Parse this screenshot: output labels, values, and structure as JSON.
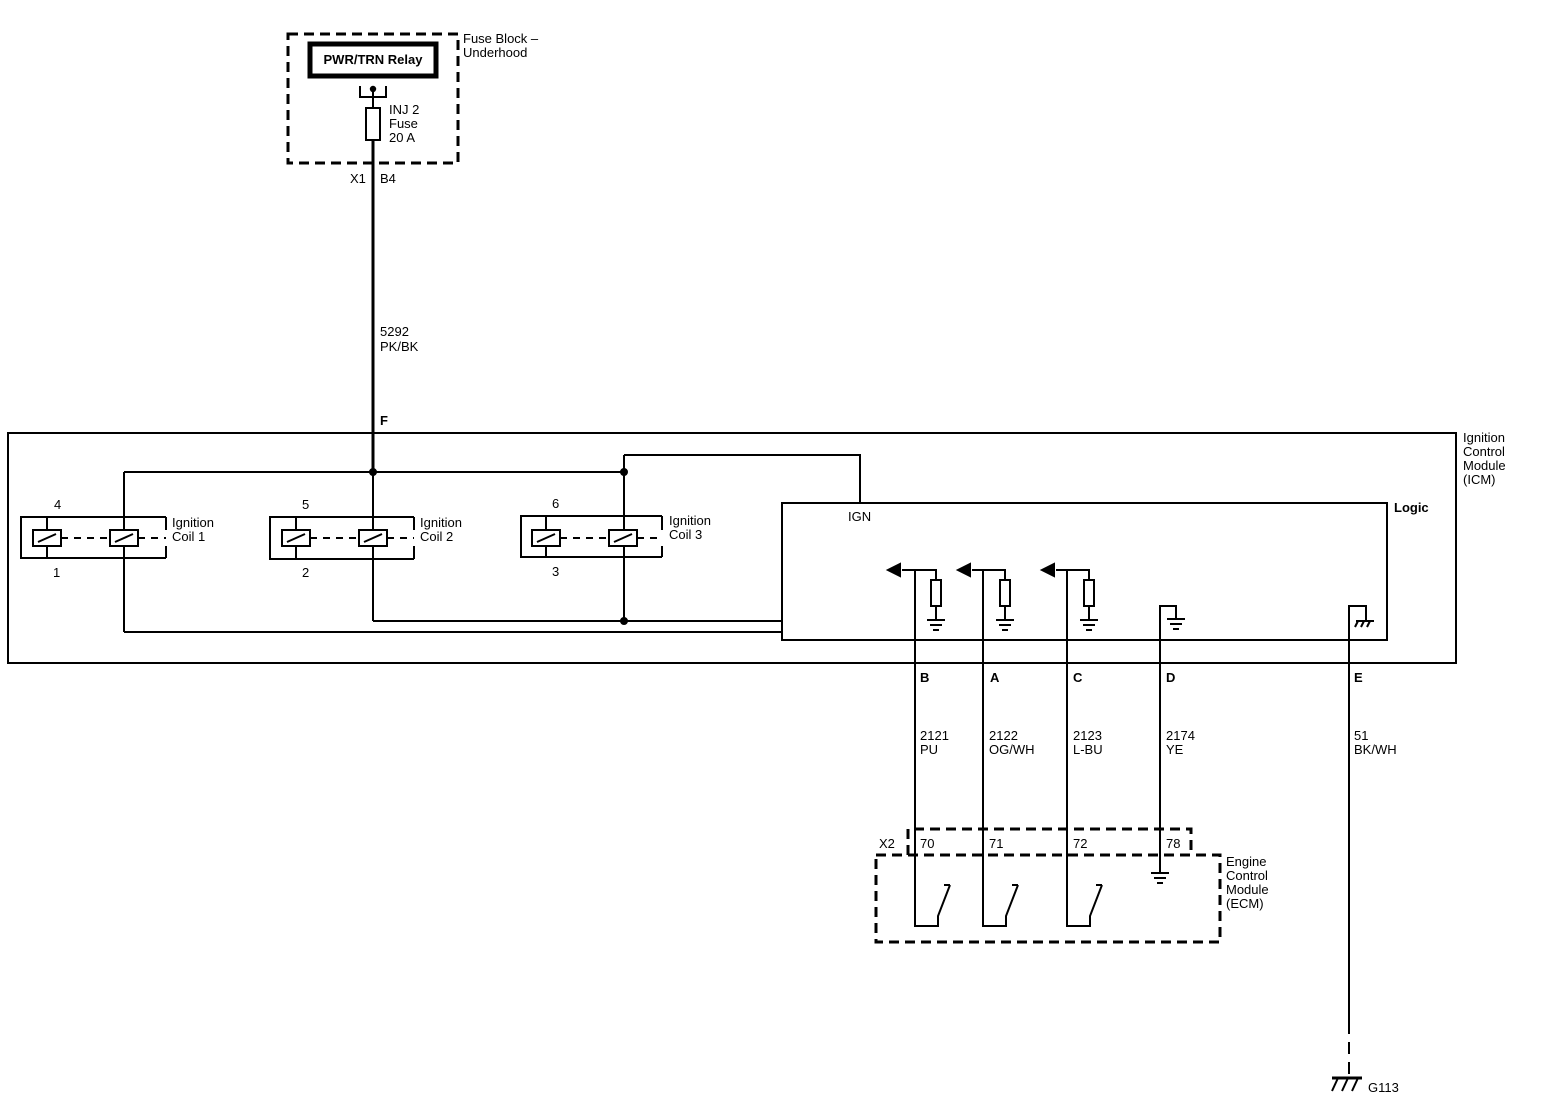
{
  "fuse_block": {
    "title_line1": "Fuse Block –",
    "title_line2": "Underhood",
    "relay_label": "PWR/TRN Relay",
    "fuse_line1": "INJ 2",
    "fuse_line2": "Fuse",
    "fuse_line3": "20 A",
    "connector": "X1",
    "pin": "B4"
  },
  "power_wire": {
    "circuit": "5292",
    "color": "PK/BK"
  },
  "icm": {
    "title_line1": "Ignition",
    "title_line2": "Control",
    "title_line3": "Module",
    "title_line4": "(ICM)",
    "power_pin": "F",
    "logic_label": "Logic",
    "ign_label": "IGN",
    "coils": [
      {
        "top_pin": "4",
        "bottom_pin": "1",
        "label_line1": "Ignition",
        "label_line2": "Coil 1"
      },
      {
        "top_pin": "5",
        "bottom_pin": "2",
        "label_line1": "Ignition",
        "label_line2": "Coil 2"
      },
      {
        "top_pin": "6",
        "bottom_pin": "3",
        "label_line1": "Ignition",
        "label_line2": "Coil 3"
      }
    ]
  },
  "wires": [
    {
      "pin": "B",
      "circuit": "2121",
      "color": "PU",
      "ecm_pin": "70"
    },
    {
      "pin": "A",
      "circuit": "2122",
      "color": "OG/WH",
      "ecm_pin": "71"
    },
    {
      "pin": "C",
      "circuit": "2123",
      "color": "L-BU",
      "ecm_pin": "72"
    },
    {
      "pin": "D",
      "circuit": "2174",
      "color": "YE",
      "ecm_pin": "78"
    },
    {
      "pin": "E",
      "circuit": "51",
      "color": "BK/WH"
    }
  ],
  "ecm": {
    "connector": "X2",
    "title_line1": "Engine",
    "title_line2": "Control",
    "title_line3": "Module",
    "title_line4": "(ECM)"
  },
  "ground": {
    "label": "G113"
  }
}
